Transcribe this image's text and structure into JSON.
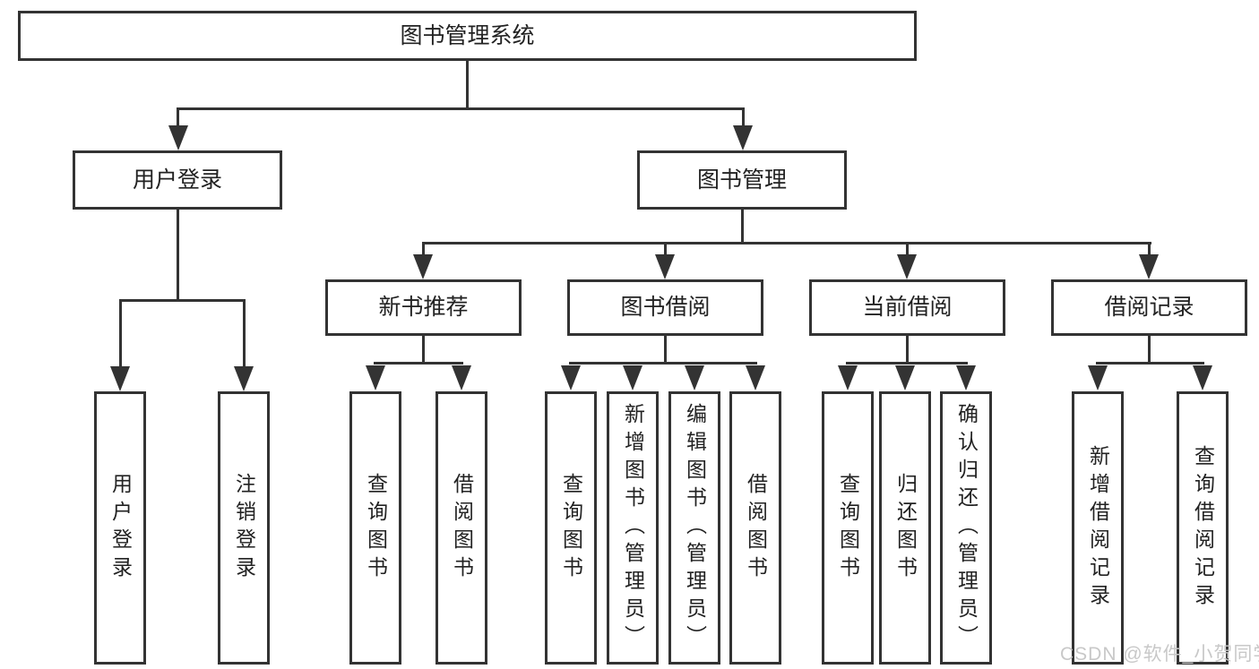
{
  "title": "图书管理系统",
  "watermark": "CSDN @软件_小贺同学",
  "colors": {
    "line": "#333333",
    "box_border": "#333333",
    "text": "#222222",
    "watermark": "#c8c8c8",
    "background": "#ffffff"
  },
  "nodes": {
    "root": {
      "label": "图书管理系统"
    },
    "user_login": {
      "label": "用户登录"
    },
    "book_mgmt": {
      "label": "图书管理"
    },
    "new_book_rec": {
      "label": "新书推荐"
    },
    "book_borrow": {
      "label": "图书借阅"
    },
    "current_borrow": {
      "label": "当前借阅"
    },
    "borrow_records": {
      "label": "借阅记录"
    },
    "leaf_user_login": {
      "label": "用户登录"
    },
    "leaf_logout": {
      "label": "注销登录"
    },
    "leaf_query_book_1": {
      "label": "查询图书"
    },
    "leaf_borrow_book_1": {
      "label": "借阅图书"
    },
    "leaf_query_book_2": {
      "label": "查询图书"
    },
    "leaf_add_book_admin": {
      "label": "新增图书（管理员）"
    },
    "leaf_edit_book_admin": {
      "label": "编辑图书（管理员）"
    },
    "leaf_borrow_book_2": {
      "label": "借阅图书"
    },
    "leaf_query_book_3": {
      "label": "查询图书"
    },
    "leaf_return_book": {
      "label": "归还图书"
    },
    "leaf_confirm_return_admin": {
      "label": "确认归还（管理员）"
    },
    "leaf_add_borrow_record": {
      "label": "新增借阅记录"
    },
    "leaf_query_borrow_record": {
      "label": "查询借阅记录"
    }
  }
}
